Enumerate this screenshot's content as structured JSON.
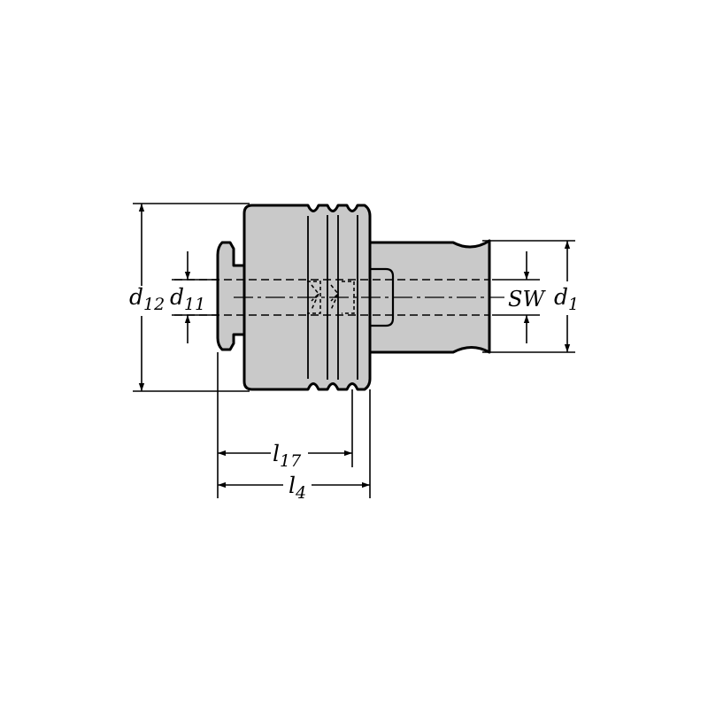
{
  "drawing": {
    "part_fill": "#c9c9c9",
    "line_color": "#000000",
    "background": "#ffffff"
  },
  "dimensions": {
    "d12": {
      "symbol": "d",
      "subscript": "12"
    },
    "d11": {
      "symbol": "d",
      "subscript": "11"
    },
    "sw": {
      "text": "SW"
    },
    "d1": {
      "symbol": "d",
      "subscript": "1"
    },
    "l17": {
      "symbol": "l",
      "subscript": "17"
    },
    "l4": {
      "symbol": "l",
      "subscript": "4"
    }
  }
}
